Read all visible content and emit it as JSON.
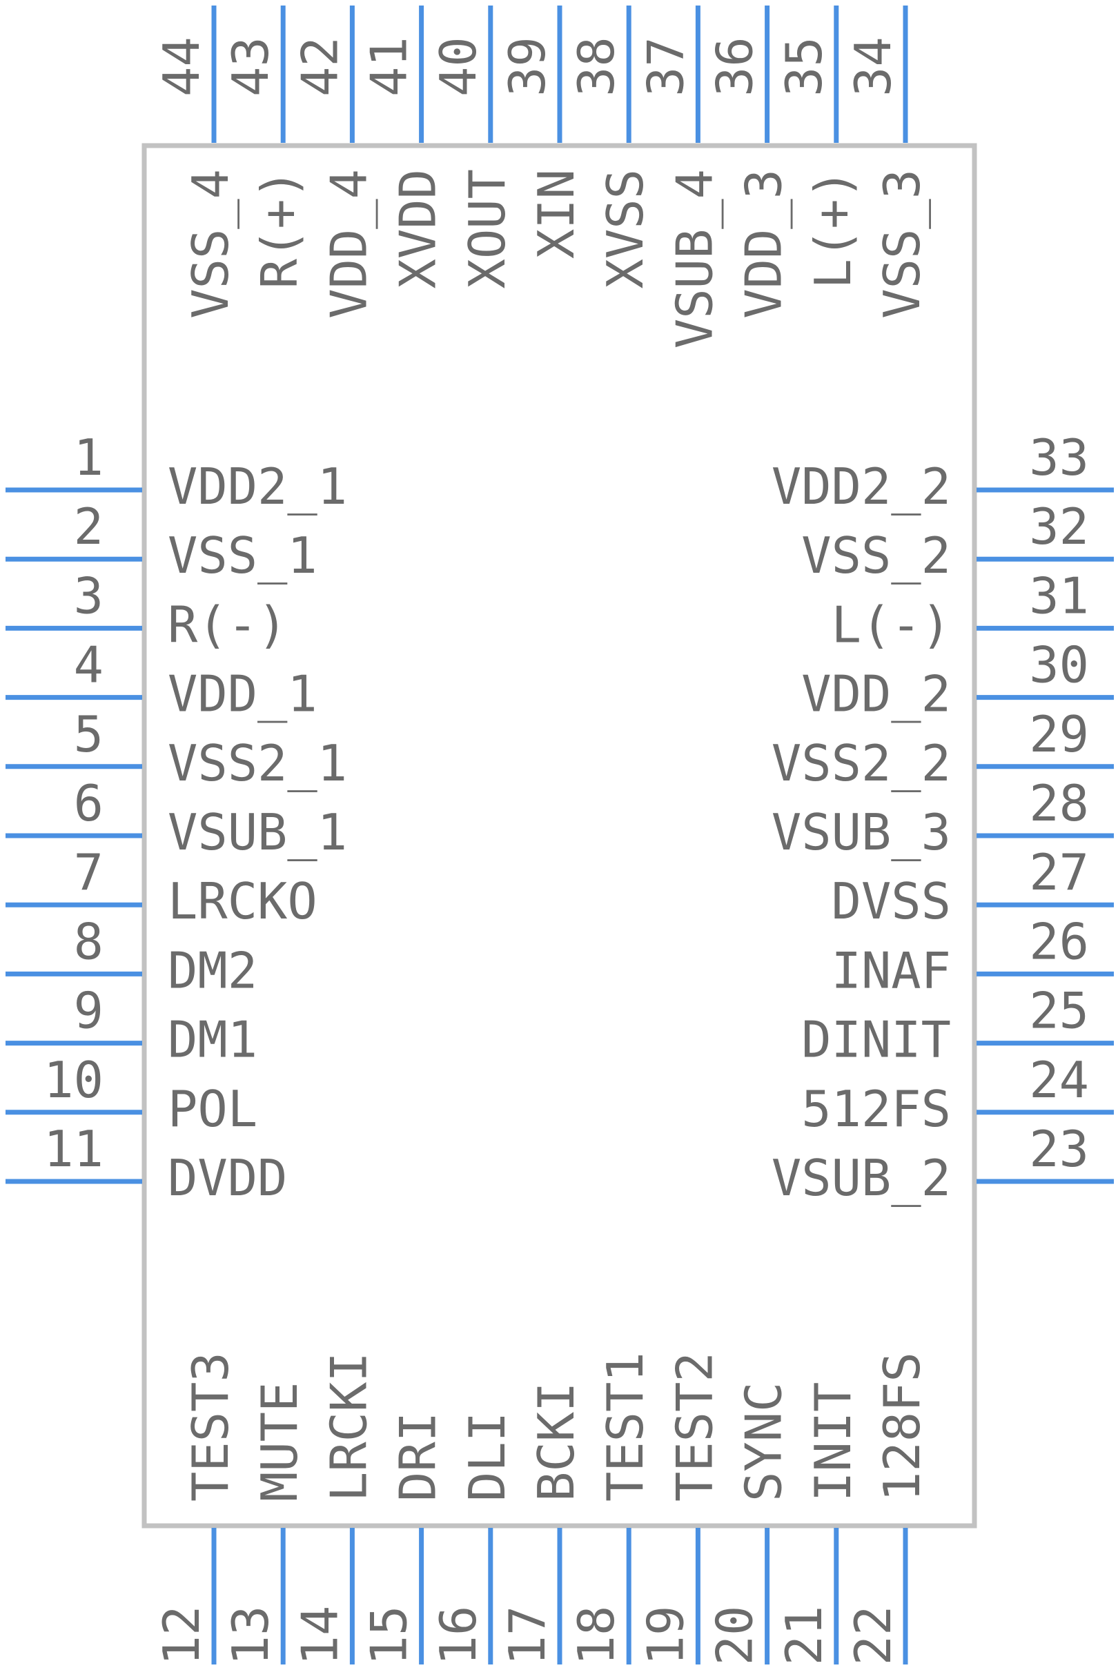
{
  "colors": {
    "pin": "#4a90e2",
    "body_outline": "#c2c2c2",
    "text": "#6b6b6b",
    "background": "#ffffff"
  },
  "pins": {
    "left": [
      {
        "num": "1",
        "name": "VDD2_1"
      },
      {
        "num": "2",
        "name": "VSS_1"
      },
      {
        "num": "3",
        "name": "R(-)"
      },
      {
        "num": "4",
        "name": "VDD_1"
      },
      {
        "num": "5",
        "name": "VSS2_1"
      },
      {
        "num": "6",
        "name": "VSUB_1"
      },
      {
        "num": "7",
        "name": "LRCKO"
      },
      {
        "num": "8",
        "name": "DM2"
      },
      {
        "num": "9",
        "name": "DM1"
      },
      {
        "num": "10",
        "name": "POL"
      },
      {
        "num": "11",
        "name": "DVDD"
      }
    ],
    "bottom": [
      {
        "num": "12",
        "name": "TEST3"
      },
      {
        "num": "13",
        "name": "MUTE"
      },
      {
        "num": "14",
        "name": "LRCKI"
      },
      {
        "num": "15",
        "name": "DRI"
      },
      {
        "num": "16",
        "name": "DLI"
      },
      {
        "num": "17",
        "name": "BCKI"
      },
      {
        "num": "18",
        "name": "TEST1"
      },
      {
        "num": "19",
        "name": "TEST2"
      },
      {
        "num": "20",
        "name": "SYNC"
      },
      {
        "num": "21",
        "name": "INIT"
      },
      {
        "num": "22",
        "name": "128FS"
      }
    ],
    "right": [
      {
        "num": "33",
        "name": "VDD2_2"
      },
      {
        "num": "32",
        "name": "VSS_2"
      },
      {
        "num": "31",
        "name": "L(-)"
      },
      {
        "num": "30",
        "name": "VDD_2"
      },
      {
        "num": "29",
        "name": "VSS2_2"
      },
      {
        "num": "28",
        "name": "VSUB_3"
      },
      {
        "num": "27",
        "name": "DVSS"
      },
      {
        "num": "26",
        "name": "INAF"
      },
      {
        "num": "25",
        "name": "DINIT"
      },
      {
        "num": "24",
        "name": "512FS"
      },
      {
        "num": "23",
        "name": "VSUB_2"
      }
    ],
    "top": [
      {
        "num": "44",
        "name": "VSS_4"
      },
      {
        "num": "43",
        "name": "R(+)"
      },
      {
        "num": "42",
        "name": "VDD_4"
      },
      {
        "num": "41",
        "name": "XVDD"
      },
      {
        "num": "40",
        "name": "XOUT"
      },
      {
        "num": "39",
        "name": "XIN"
      },
      {
        "num": "38",
        "name": "XVSS"
      },
      {
        "num": "37",
        "name": "VSUB_4"
      },
      {
        "num": "36",
        "name": "VDD_3"
      },
      {
        "num": "35",
        "name": "L(+)"
      },
      {
        "num": "34",
        "name": "VSS_3"
      }
    ]
  }
}
